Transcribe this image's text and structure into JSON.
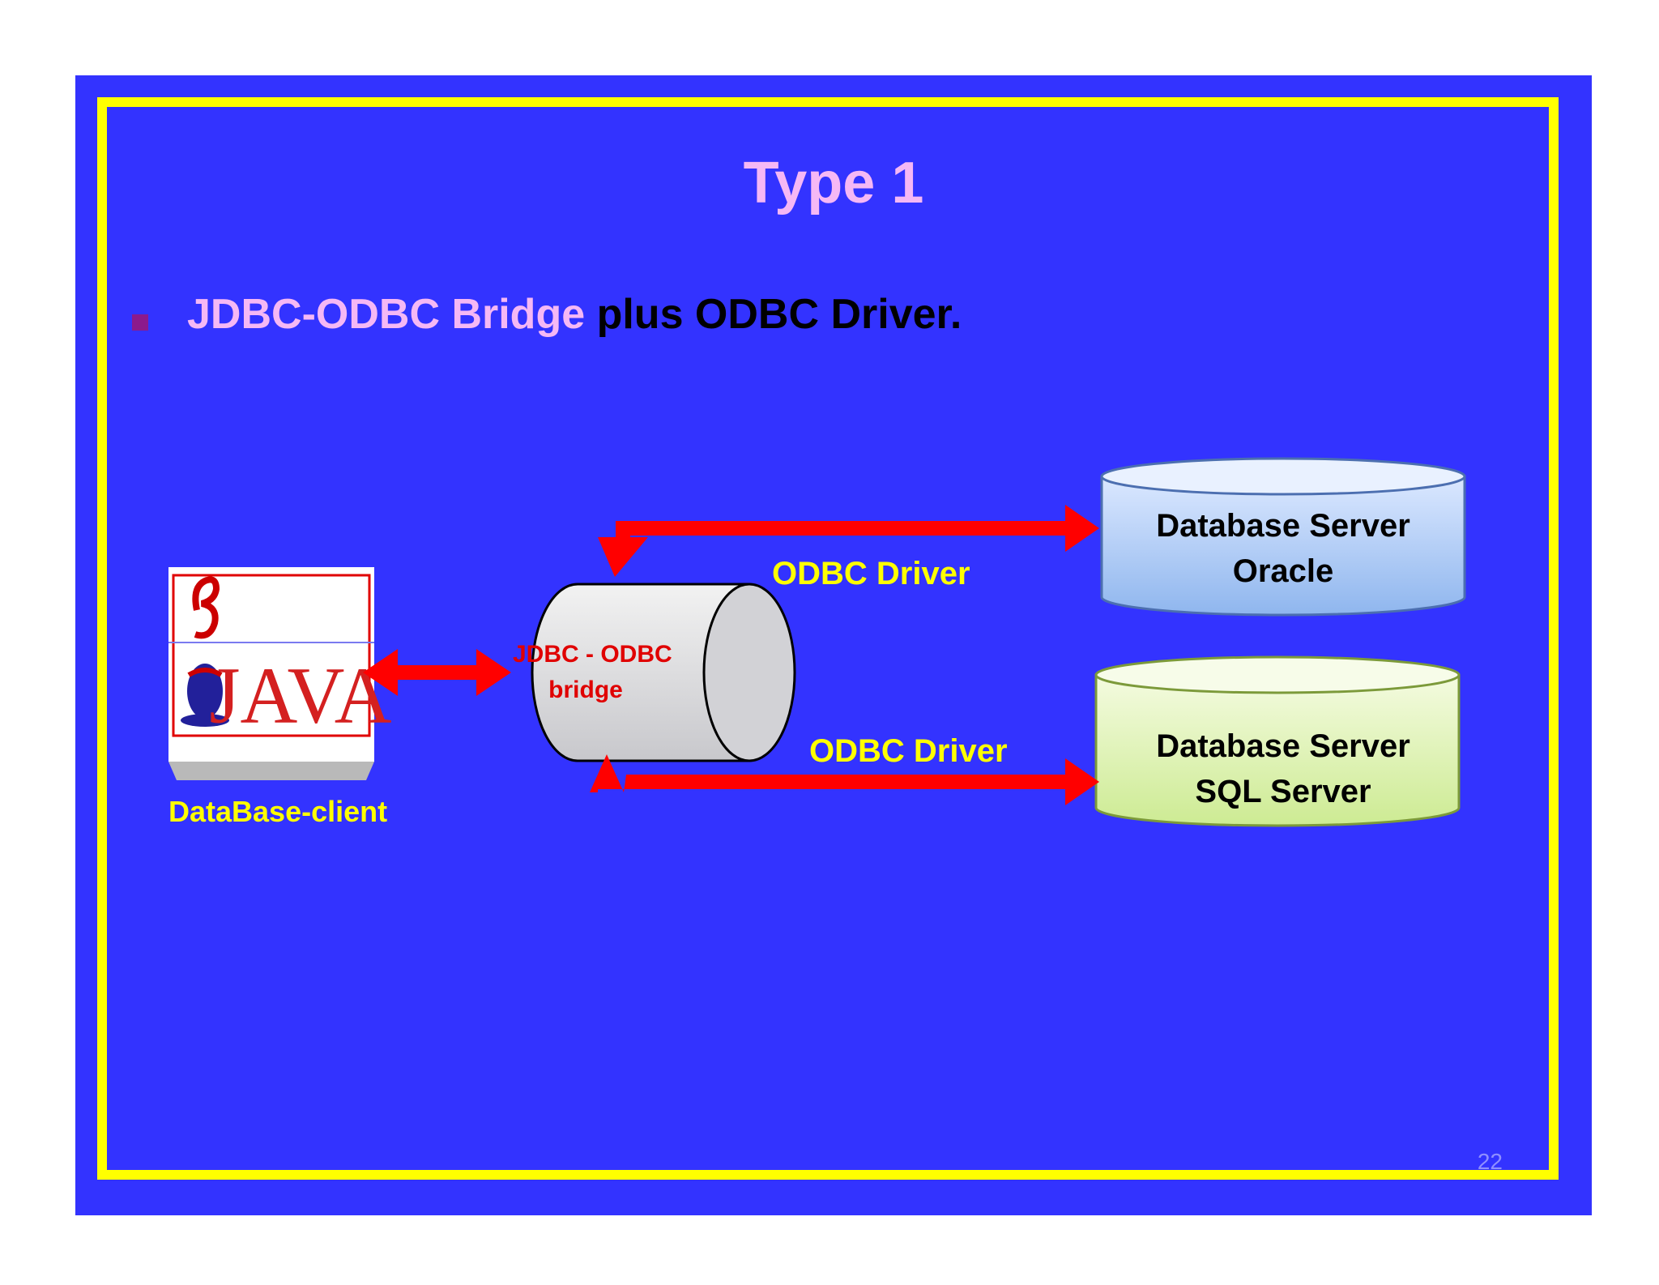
{
  "slide": {
    "title": "Type 1",
    "bullet": {
      "highlight": "JDBC-ODBC Bridge",
      "rest": " plus ODBC Driver."
    },
    "page_number": "22"
  },
  "diagram": {
    "client_logo_text": "JAVA",
    "client_label": "DataBase-client",
    "bridge_label": [
      "JDBC - ODBC",
      "bridge"
    ],
    "top_driver_label": "ODBC Driver",
    "bottom_driver_label": "ODBC Driver",
    "oracle_db": [
      "Database Server",
      "Oracle"
    ],
    "sql_db": [
      "Database Server",
      "SQL Server"
    ]
  },
  "colors": {
    "background": "#3333ff",
    "frame": "#ffff00",
    "arrow": "#ff0000",
    "title": "#f5b8f5",
    "label_yellow": "#ffff00",
    "oracle_fill": "#a8c8f5",
    "sql_fill": "#dff5b0"
  }
}
